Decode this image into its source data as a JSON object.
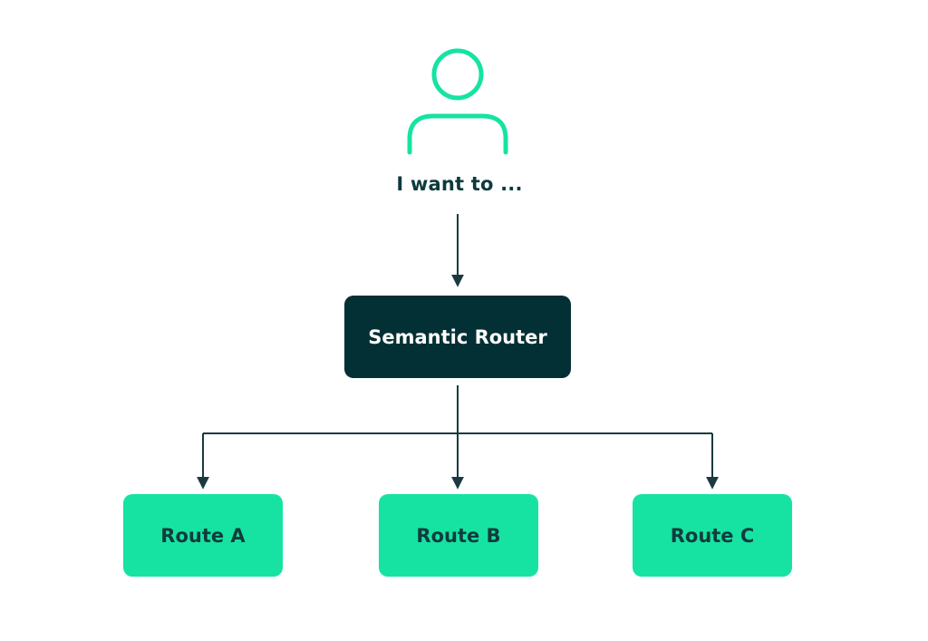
{
  "user": {
    "label": "I want to ...",
    "icon": "user-icon",
    "color": "#16e3a2"
  },
  "router": {
    "label": "Semantic Router",
    "color": "#033034"
  },
  "routes": [
    {
      "label": "Route A"
    },
    {
      "label": "Route B"
    },
    {
      "label": "Route C"
    }
  ],
  "colors": {
    "accent": "#16e3a2",
    "dark": "#033034",
    "connector": "#1a3a40"
  }
}
